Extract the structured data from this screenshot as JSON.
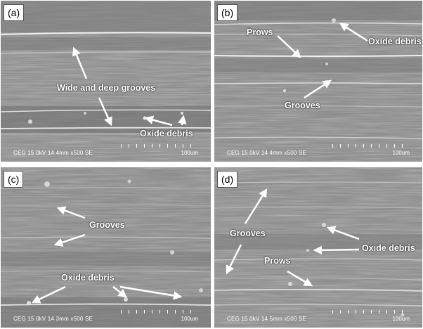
{
  "panels": [
    {
      "letter": "(a)",
      "labels": {
        "grooves": "Wide and deep grooves",
        "debris": "Oxide debris"
      },
      "info": "CEG 15 0kV 14 4mm x500 SE",
      "scale": "100um"
    },
    {
      "letter": "(b)",
      "labels": {
        "prows": "Prows",
        "debris": "Oxide debris",
        "grooves": "Grooves"
      },
      "info": "CEG 15 0kV 14 4mm x500 SE",
      "scale": "100um"
    },
    {
      "letter": "(c)",
      "labels": {
        "grooves": "Grooves",
        "debris": "Oxide debris"
      },
      "info": "CEG 15 0kV 14 3mm x500 SE",
      "scale": "100um"
    },
    {
      "letter": "(d)",
      "labels": {
        "grooves": "Grooves",
        "debris": "Oxide debris",
        "prows": "Prows"
      },
      "info": "CEG 15 0kV 14 5mm x500 SE",
      "scale": "100um"
    }
  ],
  "colors": {
    "surface": "#8f8f8f",
    "label": "#ffffff",
    "arrow": "#ffffff"
  }
}
